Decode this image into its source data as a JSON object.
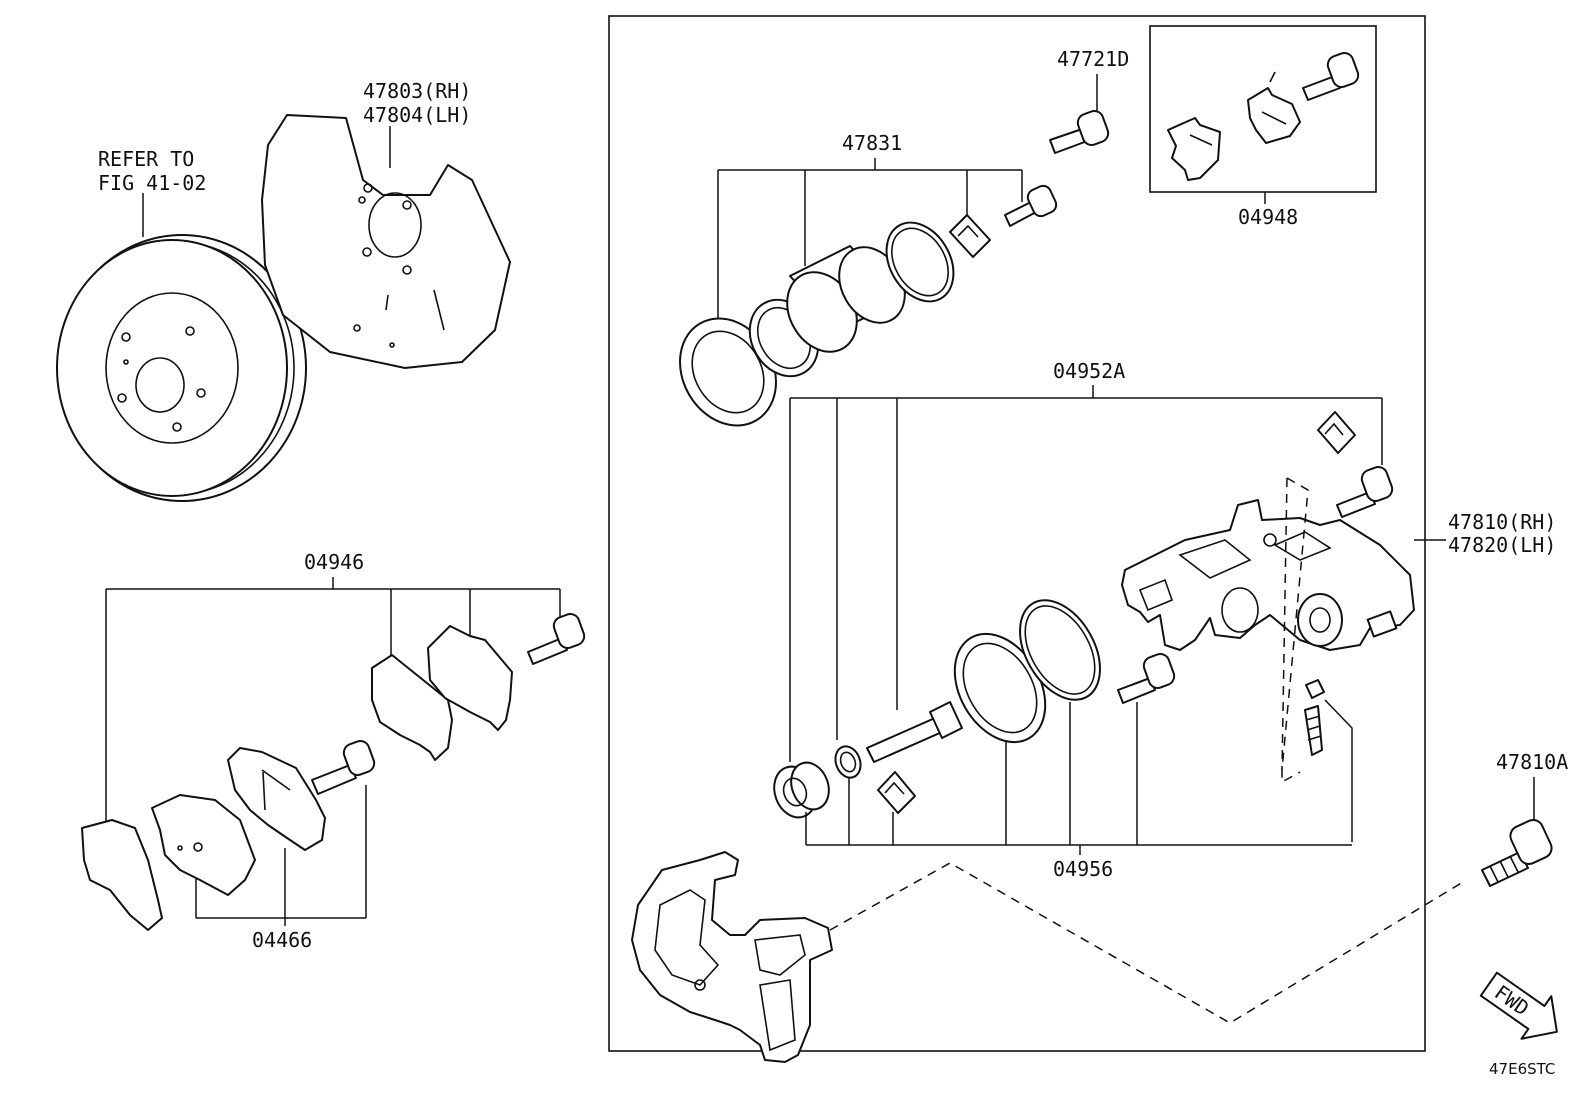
{
  "labels": {
    "refer_line1": "REFER TO",
    "refer_line2": "FIG 41-02",
    "shield_rh": "47803(RH)",
    "shield_lh": "47804(LH)",
    "piston_kit": "47831",
    "bolt_47721d": "47721D",
    "clip_kit": "04948",
    "caliper_kit": "04952A",
    "caliper_rh": "47810(RH)",
    "caliper_lh": "47820(LH)",
    "pad_kit": "04946",
    "pads": "04466",
    "seal_kit": "04956",
    "bolt_47810a": "47810A",
    "fwd": "FWD",
    "figure_code": "47E6STC"
  }
}
